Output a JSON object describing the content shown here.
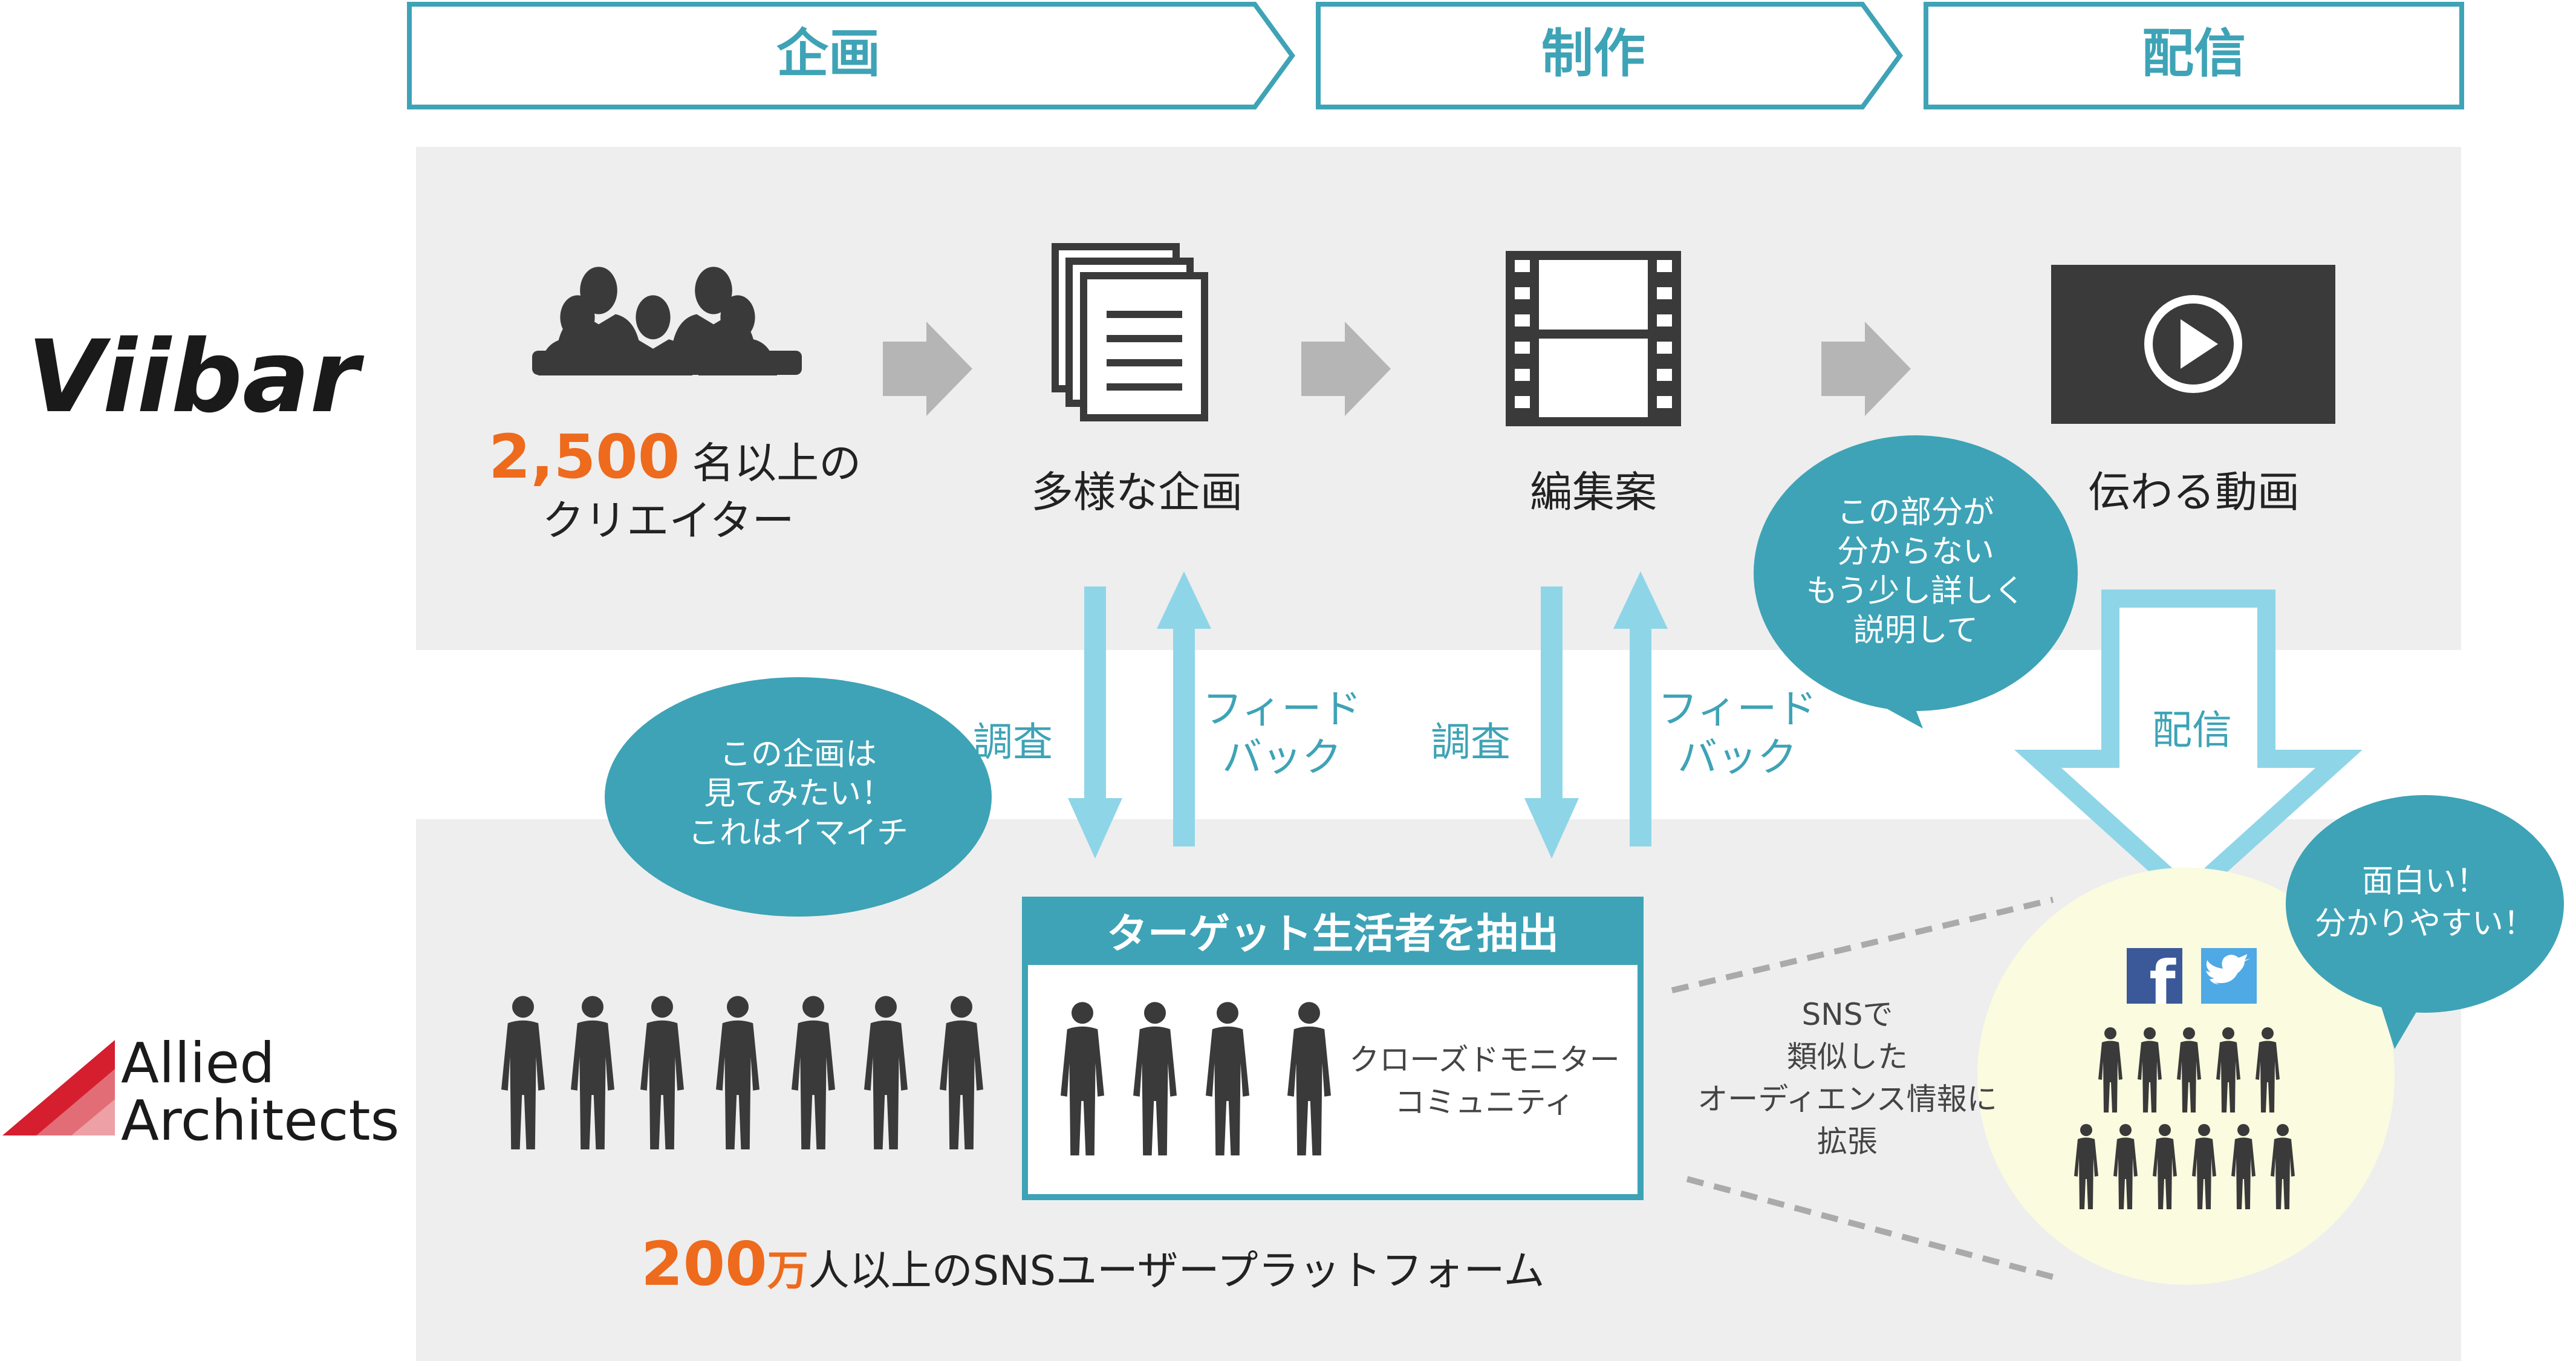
{
  "phases": [
    "企画",
    "制作",
    "配信"
  ],
  "logos": {
    "viibar": "Viibar",
    "allied_line1": "Allied",
    "allied_line2": "Architects"
  },
  "viibar_steps": {
    "creators_number": "2,500",
    "creators_line1_suffix": "名以上の",
    "creators_line2": "クリエイター",
    "plans": "多様な企画",
    "edit": "編集案",
    "video": "伝わる動画"
  },
  "arrows": {
    "survey1": "調査",
    "feedback1_line1": "フィード",
    "feedback1_line2": "バック",
    "survey2": "調査",
    "feedback2_line1": "フィード",
    "feedback2_line2": "バック",
    "delivery": "配信"
  },
  "bubbles": {
    "left": [
      "この企画は",
      "見てみたい！",
      "これはイマイチ"
    ],
    "middle": [
      "この部分が",
      "分からない",
      "もう少し詳しく",
      "説明して"
    ],
    "right": [
      "面白い！",
      "分かりやすい！"
    ]
  },
  "target_box": {
    "title": "ターゲット生活者を抽出",
    "line1": "クローズドモニター",
    "line2": "コミュニティ"
  },
  "sns_note": [
    "SNSで",
    "類似した",
    "オーディエンス情報に",
    "拡張"
  ],
  "users": {
    "number": "200",
    "unit": "万",
    "suffix": "人以上のSNSユーザープラットフォーム"
  },
  "colors": {
    "teal": "#3ea3b6",
    "light_teal": "#8fd5e8",
    "orange": "#ee6a1c",
    "grey_band": "#eeeeee",
    "dark": "#333333",
    "yellow": "#fbfbe0"
  },
  "icons": [
    "creators-icon",
    "documents-icon",
    "film-icon",
    "play-icon",
    "facebook-icon",
    "twitter-icon"
  ]
}
